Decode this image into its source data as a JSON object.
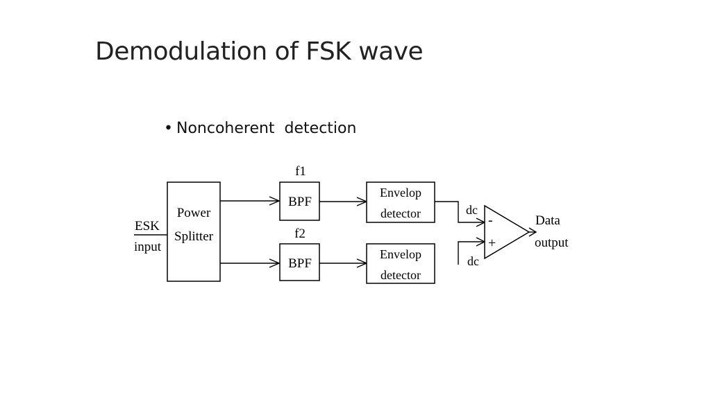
{
  "slide": {
    "title": "Demodulation of FSK wave",
    "bullet": "Noncoherent  detection"
  },
  "diagram": {
    "input_label_line1": "ESK",
    "input_label_line2": "input",
    "splitter_line1": "Power",
    "splitter_line2": "Splitter",
    "filter1_freq": "f1",
    "filter1_label": "BPF",
    "filter2_freq": "f2",
    "filter2_label": "BPF",
    "envelope1_line1": "Envelop",
    "envelope1_line2": "detector",
    "envelope2_line1": "Envelop",
    "envelope2_line2": "detector",
    "dc_top": "dc",
    "dc_bottom": "dc",
    "comparator_minus": "-",
    "comparator_plus": "+",
    "output_line1": "Data",
    "output_line2": "output"
  }
}
